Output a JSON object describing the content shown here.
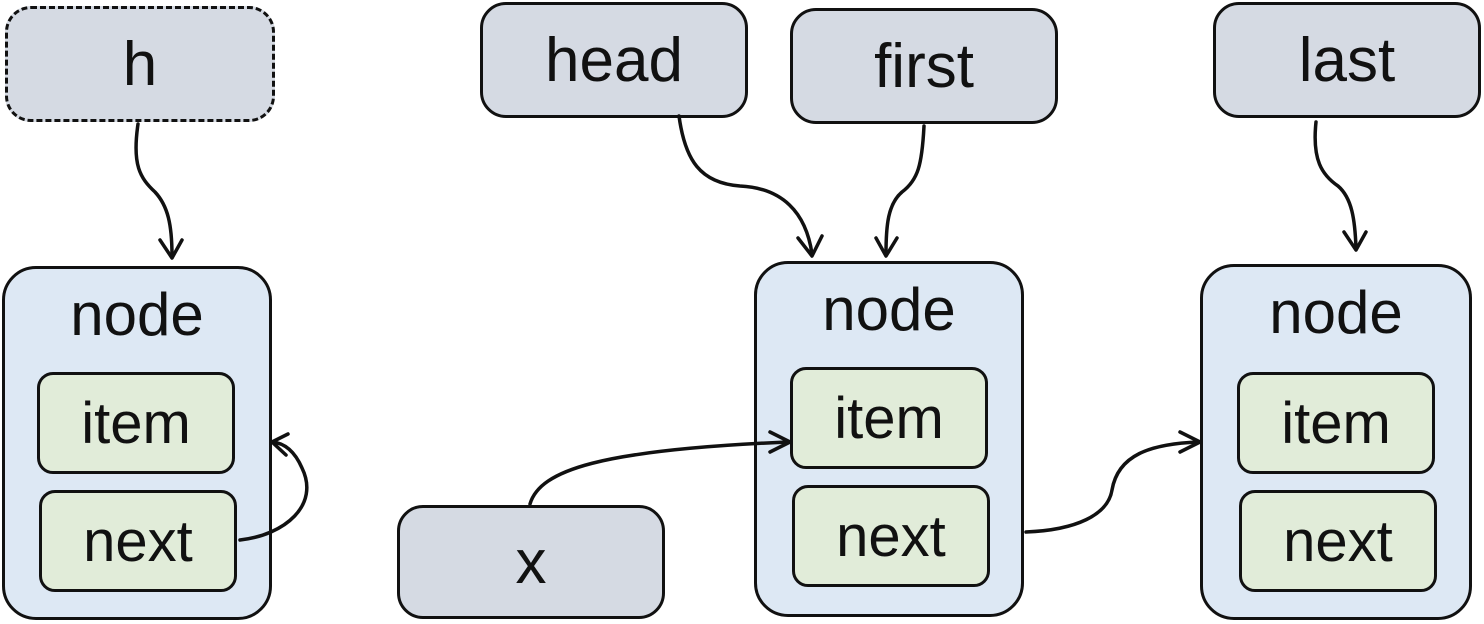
{
  "variables": {
    "h": "h",
    "head": "head",
    "first": "first",
    "last": "last",
    "x": "x"
  },
  "nodes": [
    {
      "label": "node",
      "fields": [
        "item",
        "next"
      ]
    },
    {
      "label": "node",
      "fields": [
        "item",
        "next"
      ]
    },
    {
      "label": "node",
      "fields": [
        "item",
        "next"
      ]
    }
  ],
  "colors": {
    "variable_fill": "#d5dae3",
    "node_fill": "#dde8f4",
    "field_fill": "#e1ecd9",
    "stroke": "#111111"
  }
}
